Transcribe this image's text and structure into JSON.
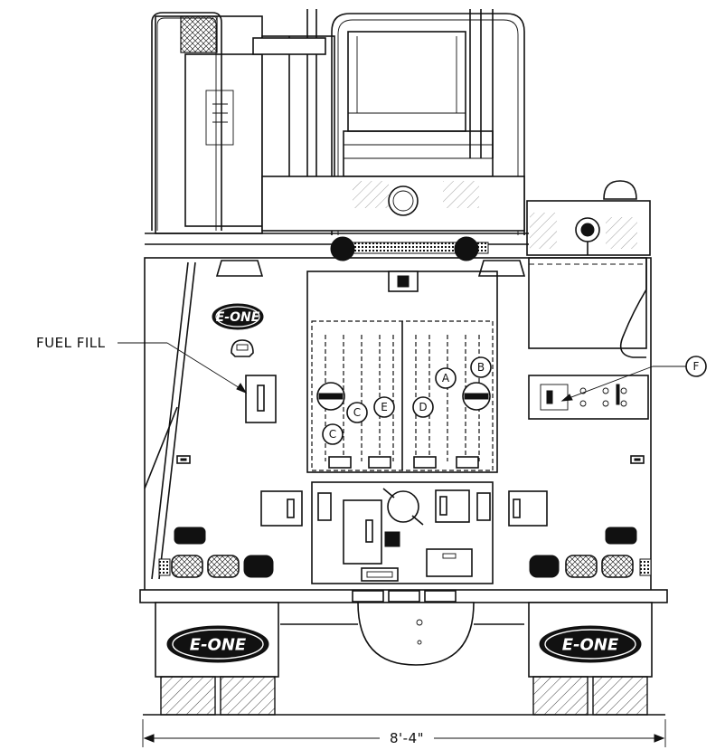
{
  "labels": {
    "fuel_fill": "FUEL FILL",
    "dimension": "8'-4\"",
    "valve_a": "A",
    "valve_b": "B",
    "valve_c": "C",
    "valve_d": "D",
    "valve_e": "E",
    "callout_f": "F"
  },
  "brand": {
    "logo_text": "E-ONE"
  }
}
